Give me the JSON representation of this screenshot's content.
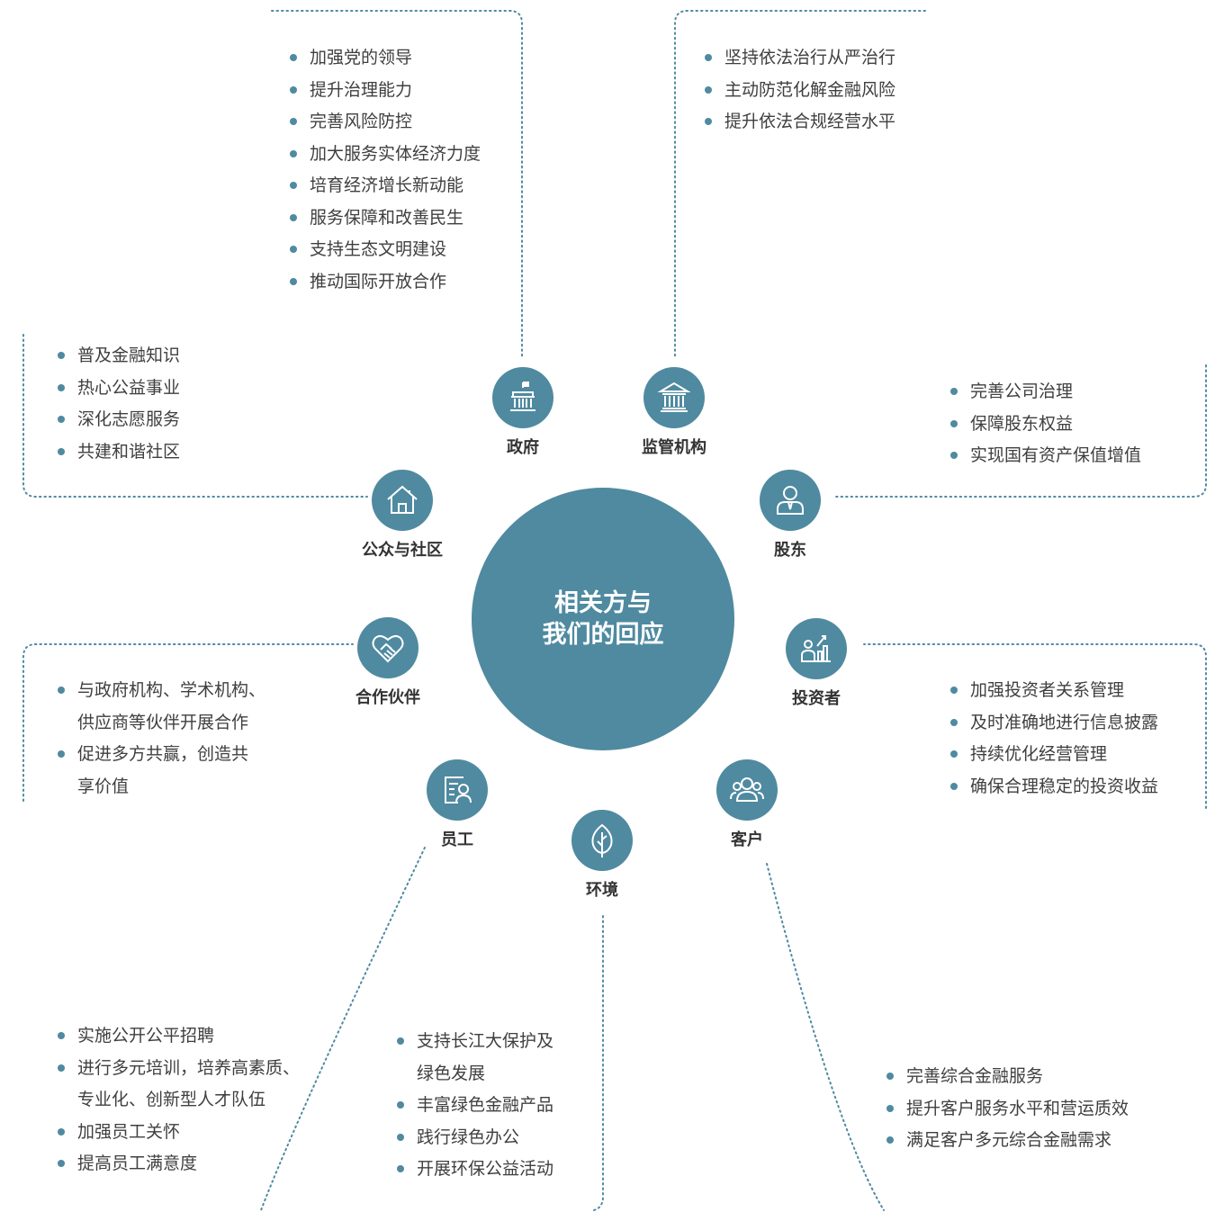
{
  "center": {
    "line1": "相关方与",
    "line2": "我们的回应"
  },
  "colors": {
    "accent": "#4f8aa0",
    "dot": "#4f8aa0",
    "line": "#4f8aa0"
  },
  "stakeholders": {
    "government": {
      "label": "政府",
      "icon": "government-building-icon",
      "items": [
        "加强党的领导",
        "提升治理能力",
        "完善风险防控",
        "加大服务实体经济力度",
        "培育经济增长新动能",
        "服务保障和改善民生",
        "支持生态文明建设",
        "推动国际开放合作"
      ]
    },
    "regulator": {
      "label": "监管机构",
      "icon": "bank-building-icon",
      "items": [
        "坚持依法治行从严治行",
        "主动防范化解金融风险",
        "提升依法合规经营水平"
      ]
    },
    "shareholder": {
      "label": "股东",
      "icon": "person-tie-icon",
      "items": [
        "完善公司治理",
        "保障股东权益",
        "实现国有资产保值增值"
      ]
    },
    "investor": {
      "label": "投资者",
      "icon": "growth-chart-icon",
      "items": [
        "加强投资者关系管理",
        "及时准确地进行信息披露",
        "持续优化经营管理",
        "确保合理稳定的投资收益"
      ]
    },
    "customer": {
      "label": "客户",
      "icon": "people-group-icon",
      "items": [
        "完善综合金融服务",
        "提升客户服务水平和营运质效",
        "满足客户多元综合金融需求"
      ]
    },
    "environment": {
      "label": "环境",
      "icon": "leaf-icon",
      "items": [
        [
          "支持长江大保护及",
          "绿色发展"
        ],
        [
          "丰富绿色金融产品"
        ],
        [
          "践行绿色办公"
        ],
        [
          "开展环保公益活动"
        ]
      ]
    },
    "employee": {
      "label": "员工",
      "icon": "employee-card-icon",
      "items": [
        [
          "实施公开公平招聘"
        ],
        [
          "进行多元培训，培养高素质、",
          "专业化、创新型人才队伍"
        ],
        [
          "加强员工关怀"
        ],
        [
          "提高员工满意度"
        ]
      ]
    },
    "partner": {
      "label": "合作伙伴",
      "icon": "handshake-heart-icon",
      "items": [
        [
          "与政府机构、学术机构、",
          "供应商等伙伴开展合作"
        ],
        [
          "促进多方共赢，创造共",
          "享价值"
        ]
      ]
    },
    "community": {
      "label": "公众与社区",
      "icon": "house-icon",
      "items": [
        "普及金融知识",
        "热心公益事业",
        "深化志愿服务",
        "共建和谐社区"
      ]
    }
  }
}
